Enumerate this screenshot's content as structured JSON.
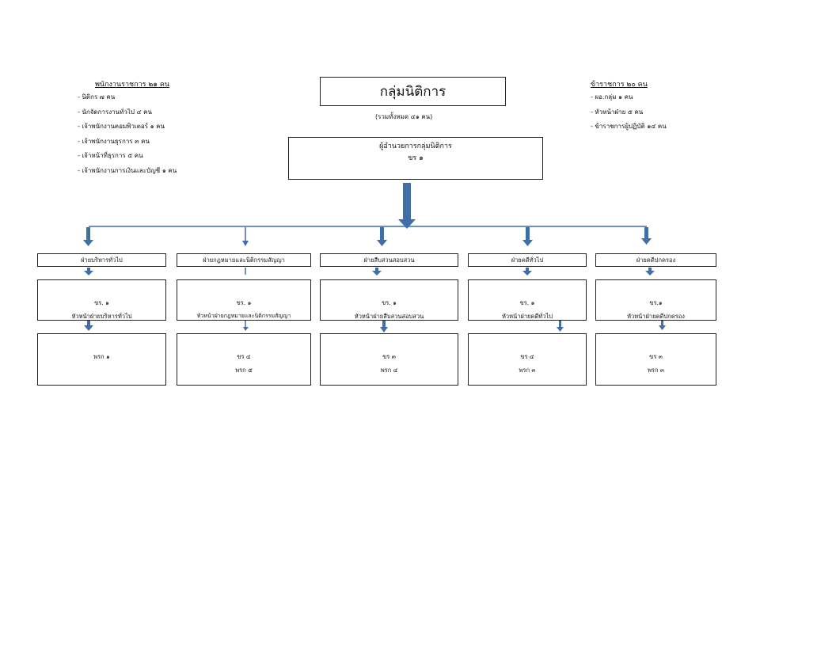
{
  "title": "กลุ่มนิติการ",
  "total": "(รวมทั้งหมด ๔๑ คน)",
  "left_staff": {
    "title": "พนักงานราชการ ๒๑ คน",
    "items": [
      "- นิติกร ๗ คน",
      "- นักจัดการงานทั่วไป ๔ คน",
      "- เจ้าพนักงานคอมพิวเตอร์ ๑ คน",
      "- เจ้าพนักงานธุรการ ๓ คน",
      "- เจ้าหน้าที่ธุรการ ๕ คน",
      "- เจ้าพนักงานการเงินและบัญชี ๑ คน"
    ]
  },
  "right_staff": {
    "title": "ข้าราชการ ๒๐ คน",
    "items": [
      "- ผอ.กลุ่ม ๑ คน",
      "- หัวหน้าฝ่าย ๕ คน",
      "- ข้าราชการผู้ปฏิบัติ ๑๔ คน"
    ]
  },
  "director": {
    "line1": "ผู้อำนวยการกลุ่มนิติการ",
    "line2": "ขร ๑"
  },
  "divisions": [
    {
      "name": "ฝ่ายบริหารทั่วไป",
      "head_code": "ขร. ๑",
      "head_title": "หัวหน้าฝ่ายบริหารทั่วไป",
      "staff1": "พรก ๑",
      "staff2": ""
    },
    {
      "name": "ฝ่ายกฎหมายและนิติกรรมสัญญา",
      "head_code": "ขร. ๑",
      "head_title": "หัวหน้าฝ่ายกฎหมายและนิติกรรมสัญญา",
      "staff1": "ขร ๔",
      "staff2": "พรก ๕"
    },
    {
      "name": "ฝ่ายสืบสวนสอบสวน",
      "head_code": "ขร. ๑",
      "head_title": "หัวหน้าฝ่ายสืบสวนสอบสวน",
      "staff1": "ขร ๓",
      "staff2": "พรก ๔"
    },
    {
      "name": "ฝ่ายคดีทั่วไป",
      "head_code": "ขร. ๑",
      "head_title": "หัวหน้าฝ่ายคดีทั่วไป",
      "staff1": "ขร ๔",
      "staff2": "พรก ๓"
    },
    {
      "name": "ฝ่ายคดีปกครอง",
      "head_code": "ขร.๑",
      "head_title": "หัวหน้าฝ่ายคดีปกครอง",
      "staff1": "ขร ๓",
      "staff2": "พรก ๓"
    }
  ],
  "colors": {
    "arrow": "#3f6ea8",
    "border": "#222222"
  }
}
